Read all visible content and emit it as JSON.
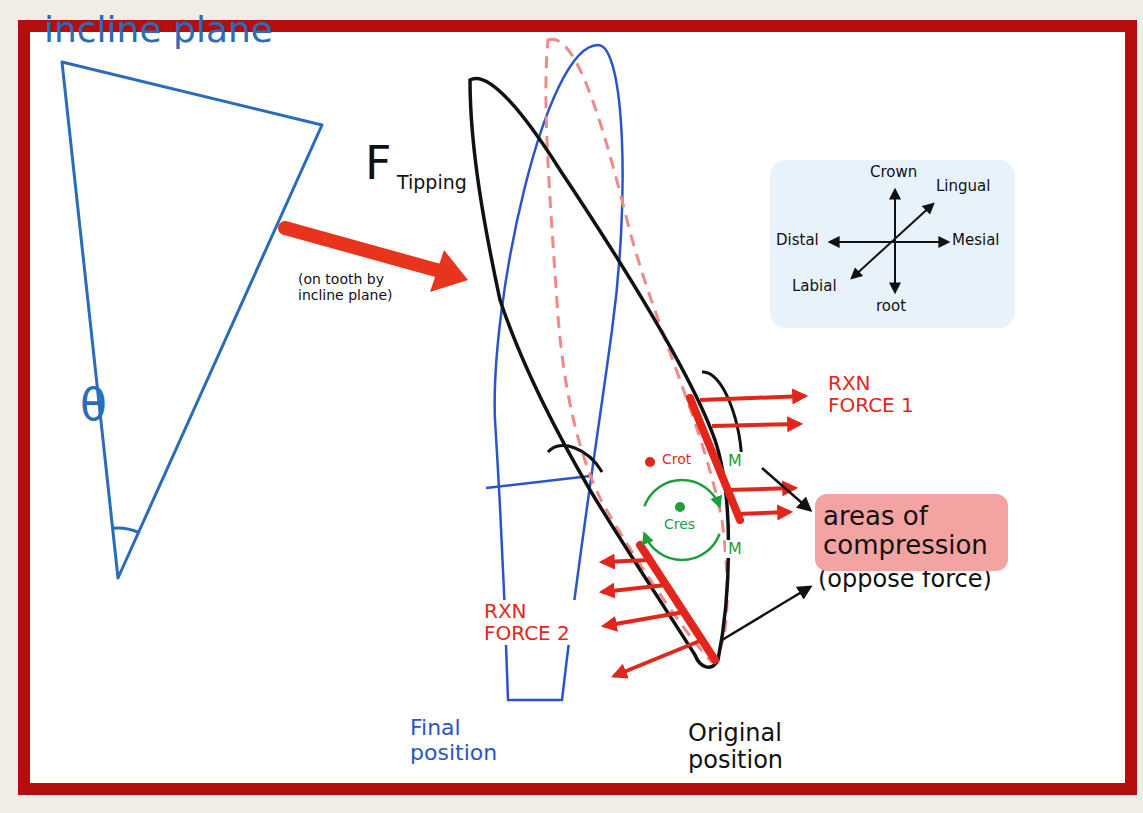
{
  "diagram": {
    "nodes": [
      {
        "text": [
          "Crown",
          "Lingual",
          "Distal",
          "Mesial",
          "Labial",
          "root"
        ]
      },
      {
        "text": [
          "areas of compression"
        ]
      }
    ],
    "labels": [
      "incline plane",
      "θ",
      "F",
      "Tipping",
      "(on tooth by incline plane)",
      "RXN FORCE 1",
      "Crot",
      "M",
      "Cres",
      "M",
      "RXN FORCE 2",
      "(oppose force)",
      "Final position",
      "Original position"
    ]
  }
}
